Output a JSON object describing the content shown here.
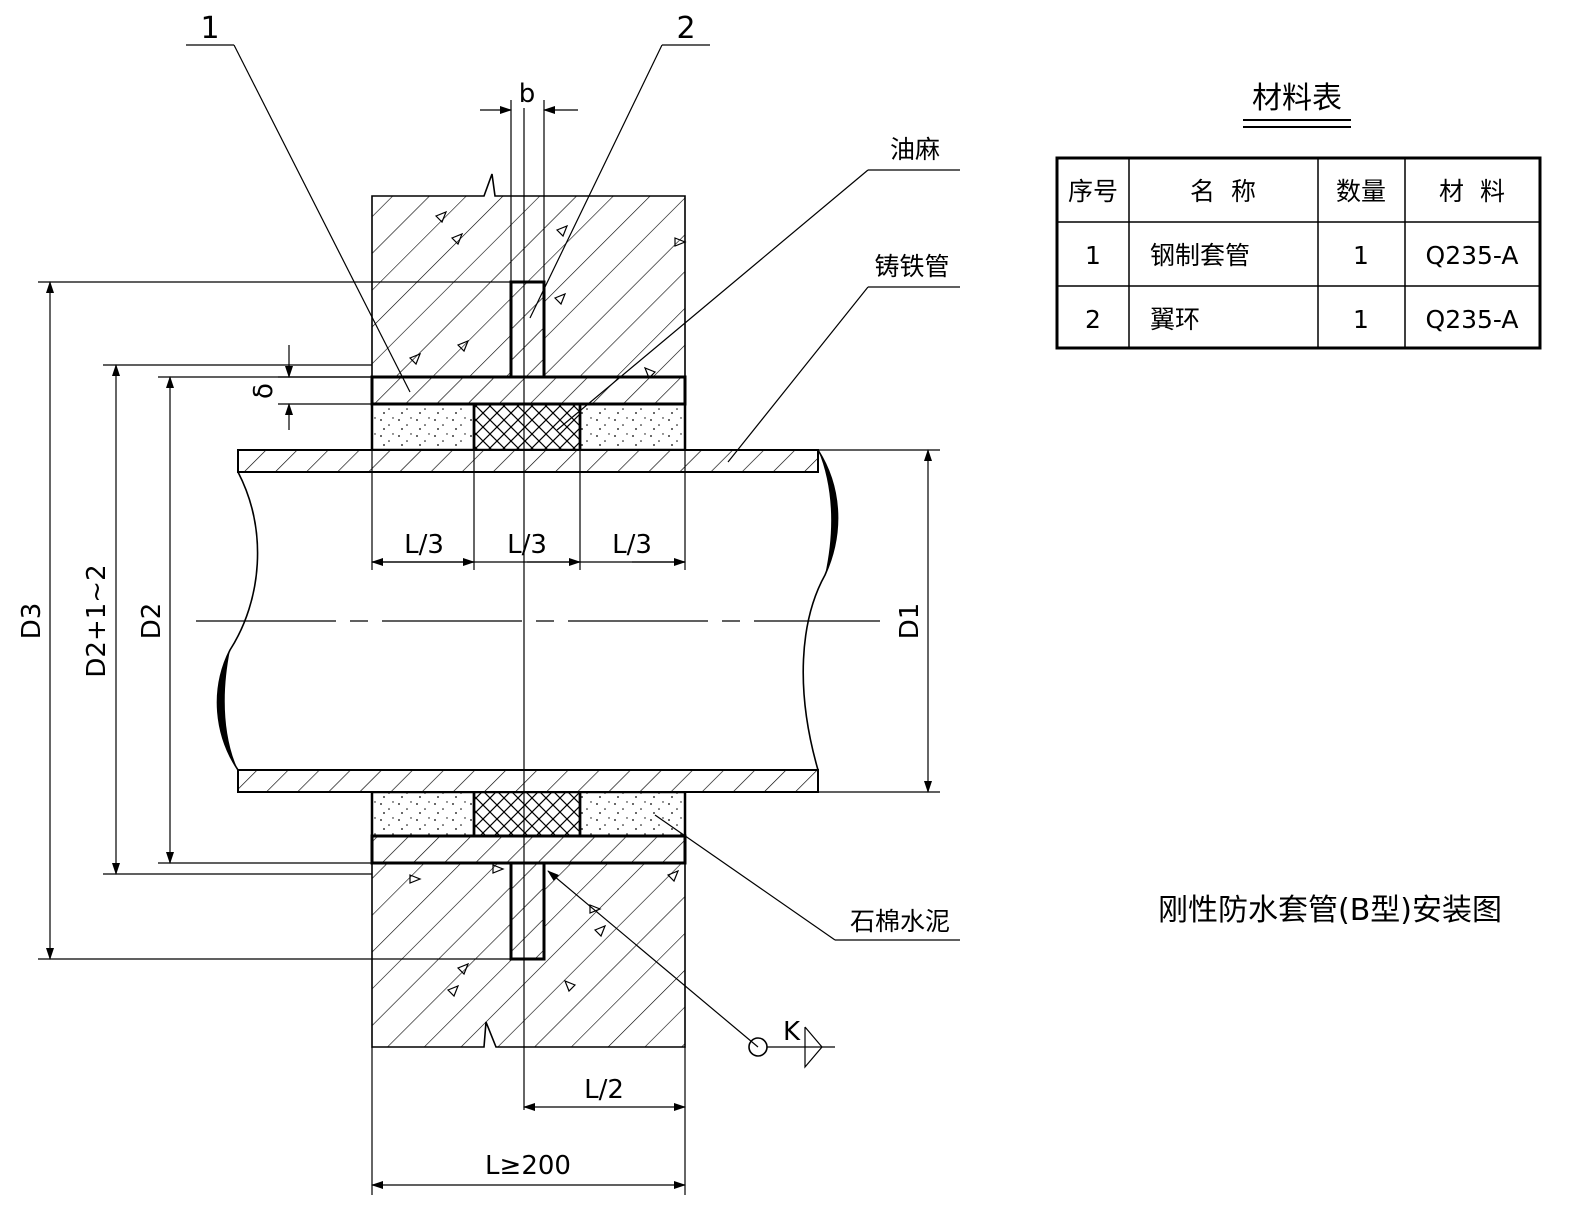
{
  "labels": {
    "part1": "1",
    "part2": "2",
    "oakum": "油麻",
    "cast_iron_pipe": "铸铁管",
    "asbestos_cement": "石棉水泥",
    "weld_mark": "K"
  },
  "dimensions": {
    "b": "b",
    "delta": "δ",
    "third_left": "L/3",
    "third_mid": "L/3",
    "third_right": "L/3",
    "half": "L/2",
    "total": "L≥200",
    "d1": "D1",
    "d2": "D2",
    "d2_plus": "D2+1~2",
    "d3": "D3"
  },
  "drawing_title": "刚性防水套管(B型)安装图",
  "material_table": {
    "title": "材料表",
    "headers": [
      "序号",
      "名  称",
      "数量",
      "材  料"
    ],
    "rows": [
      [
        "1",
        "钢制套管",
        "1",
        "Q235-A"
      ],
      [
        "2",
        "翼环",
        "1",
        "Q235-A"
      ]
    ]
  }
}
